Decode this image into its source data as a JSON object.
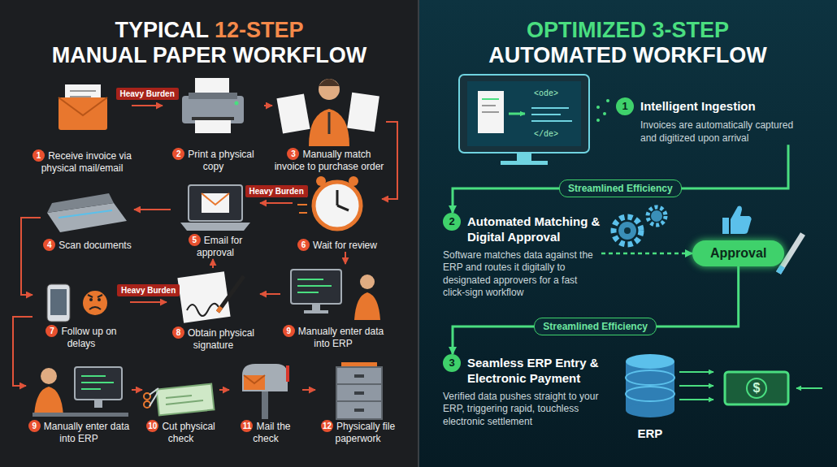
{
  "diagram": {
    "nodes": [
      {
        "text": [
          "TYPICAL 12-STEP MANUAL PAPER WORKFLOW"
        ]
      },
      {
        "text": [
          "1",
          "Receive invoice via physical mail/email"
        ],
        "in": 0
      },
      {
        "text": [
          "2",
          "Print a physical copy"
        ],
        "in": 0
      },
      {
        "text": [
          "3",
          "Manually match invoice to purchase order"
        ],
        "in": 0
      },
      {
        "text": [
          "4",
          "Scan documents"
        ],
        "in": 0
      },
      {
        "text": [
          "5",
          "Email for approval"
        ],
        "in": 0
      },
      {
        "text": [
          "6",
          "Wait for review"
        ],
        "in": 0
      },
      {
        "text": [
          "7",
          "Follow up on delays"
        ],
        "in": 0
      },
      {
        "text": [
          "8",
          "Obtain physical signature"
        ],
        "in": 0
      },
      {
        "text": [
          "9",
          "Manually enter data into ERP"
        ],
        "in": 0
      },
      {
        "text": [
          "9",
          "Manually enter data into ERP"
        ],
        "in": 0
      },
      {
        "text": [
          "10",
          "Cut physical check"
        ],
        "in": 0
      },
      {
        "text": [
          "11",
          "Mail the check"
        ],
        "in": 0
      },
      {
        "text": [
          "12",
          "Physically file paperwork"
        ],
        "in": 0
      },
      {
        "text": [
          "OPTIMIZED 3-STEP AUTOMATED WORKFLOW"
        ]
      },
      {
        "text": [
          "1",
          "Intelligent Ingestion",
          "Invoices are automatically captured and digitized upon arrival"
        ],
        "in": 14
      },
      {
        "text": [
          "2",
          "Automated Matching & Digital Approval",
          "Software matches data against the ERP and routes it digitally to designated approvers for a fast click-sign workflow"
        ],
        "in": 14
      },
      {
        "text": [
          "Approval"
        ],
        "in": 14
      },
      {
        "text": [
          "3",
          "Seamless ERP Entry & Electronic Payment",
          "Verified data pushes straight to your ERP, triggering rapid, touchless electronic settlement"
        ],
        "in": 14
      }
    ],
    "edges": [
      {
        "from": 1,
        "to": 2,
        "arrow": "to",
        "label": "Heavy Burden"
      },
      {
        "from": 2,
        "to": 3,
        "arrow": "to"
      },
      {
        "from": 3,
        "to": 6,
        "arrow": "to"
      },
      {
        "from": 6,
        "to": 5,
        "arrow": "to",
        "label": "Heavy Burden"
      },
      {
        "from": 5,
        "to": 4,
        "arrow": "to"
      },
      {
        "from": 4,
        "to": 7,
        "arrow": "to"
      },
      {
        "from": 6,
        "to": 9,
        "arrow": "to"
      },
      {
        "from": 9,
        "to": 8,
        "arrow": "to"
      },
      {
        "from": 8,
        "to": 5,
        "arrow": "to"
      },
      {
        "from": 7,
        "to": 8,
        "arrow": "to",
        "label": "Heavy Burden"
      },
      {
        "from": 7,
        "to": 10,
        "arrow": "to"
      },
      {
        "from": 10,
        "to": 11,
        "arrow": "to"
      },
      {
        "from": 11,
        "to": 12,
        "arrow": "to"
      },
      {
        "from": 12,
        "to": 13,
        "arrow": "to"
      },
      {
        "from": 15,
        "to": 16,
        "arrow": "to",
        "label": "Streamlined Efficiency"
      },
      {
        "from": 16,
        "to": 17,
        "arrow": "to"
      },
      {
        "from": 17,
        "to": 18,
        "arrow": "to",
        "label": "Streamlined Efficiency"
      }
    ],
    "labels": [
      "<ode>",
      "</de>",
      "ERP",
      "$"
    ]
  }
}
